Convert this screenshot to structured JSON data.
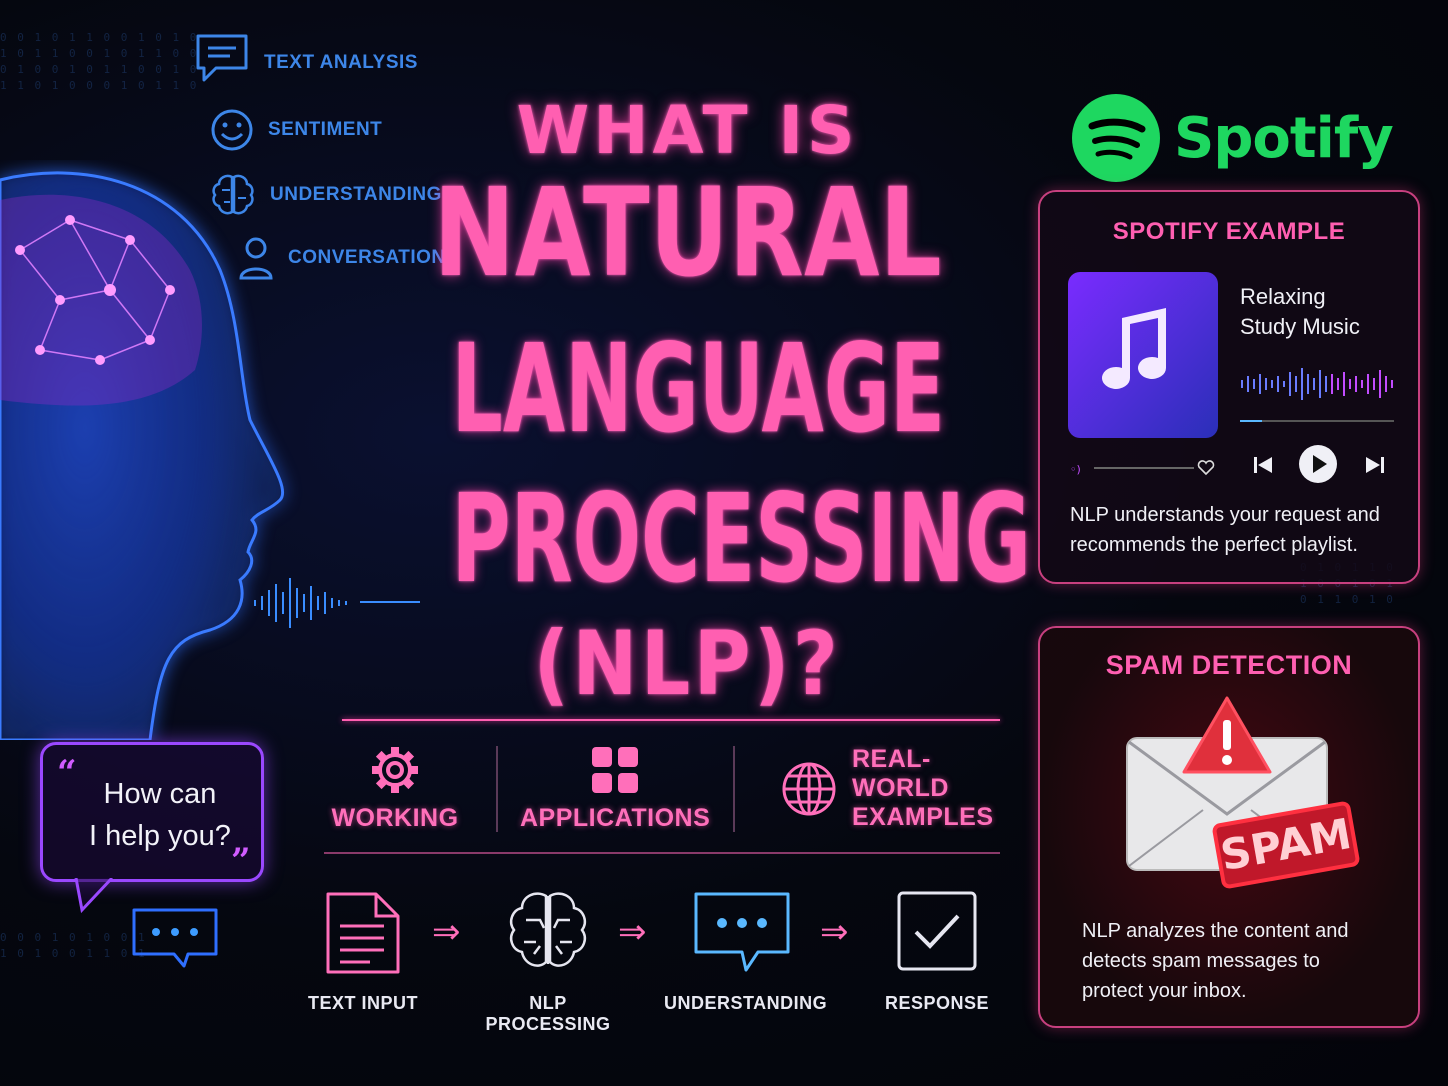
{
  "features": [
    {
      "label": "TEXT ANALYSIS",
      "icon": "chat-icon"
    },
    {
      "label": "SENTIMENT",
      "icon": "smiley-icon"
    },
    {
      "label": "UNDERSTANDING",
      "icon": "brain-icon"
    },
    {
      "label": "CONVERSATION",
      "icon": "person-icon"
    }
  ],
  "title": {
    "line1": "WHAT IS",
    "line2": "NATURAL",
    "line3": "LANGUAGE",
    "line4": "PROCESSING",
    "line5": "(NLP)?"
  },
  "nav": {
    "working": "WORKING",
    "applications": "APPLICATIONS",
    "examples_line1": "REAL-WORLD",
    "examples_line2": "EXAMPLES"
  },
  "flow": [
    {
      "label": "TEXT INPUT",
      "icon": "document-icon"
    },
    {
      "label": "NLP PROCESSING",
      "icon": "brain-icon"
    },
    {
      "label": "UNDERSTANDING",
      "icon": "chat-dots-icon"
    },
    {
      "label": "RESPONSE",
      "icon": "checkmark-icon"
    }
  ],
  "bubble": {
    "line1": "How can",
    "line2": "I help you?"
  },
  "spotify": {
    "brand": "Spotify",
    "card_title": "SPOTIFY EXAMPLE",
    "track_line1": "Relaxing",
    "track_line2": "Study Music",
    "body_line1": "NLP understands your request and",
    "body_line2": "recommends the perfect playlist."
  },
  "spam": {
    "card_title": "SPAM DETECTION",
    "stamp": "SPAM",
    "body_line1": "NLP analyzes the content and",
    "body_line2": "detects spam messages to",
    "body_line3": "protect your inbox."
  },
  "colors": {
    "accent_pink": "#ff5fb1",
    "spotify_green": "#1ed760",
    "feature_blue": "#3d86e8",
    "spam_red": "#e0303c"
  }
}
